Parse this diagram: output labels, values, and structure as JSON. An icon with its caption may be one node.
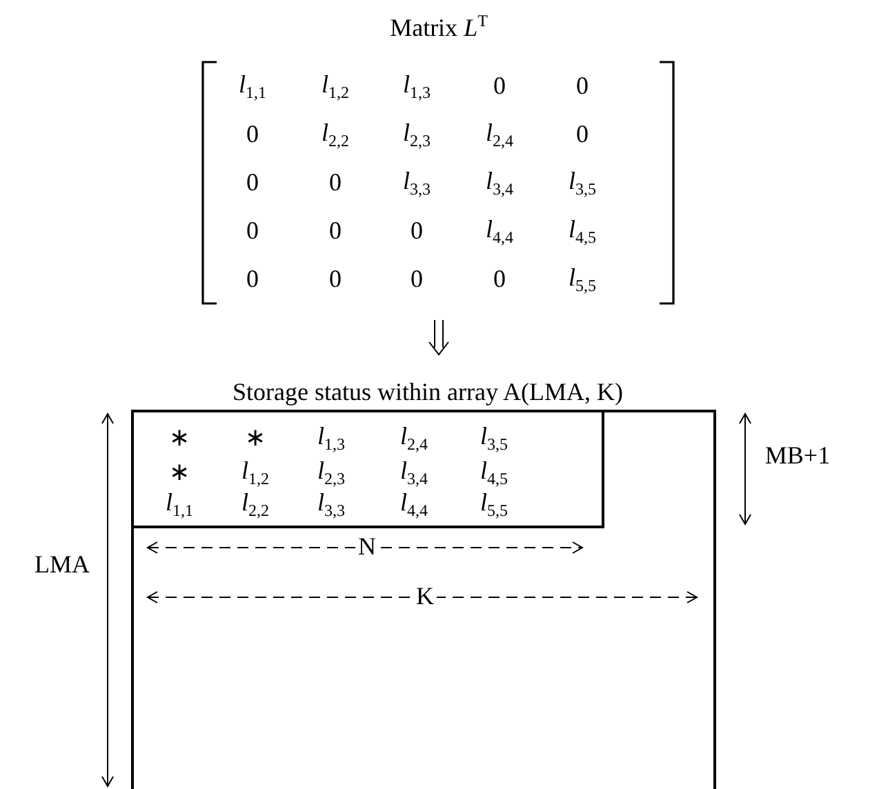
{
  "diagram": {
    "title": "Matrix *L*$^{T}$",
    "labels": [
      "*l*$_{1,1}$",
      "*l*$_{1,2}$",
      "*l*$_{1,3}$",
      "0",
      "0",
      "0",
      "*l*$_{2,2}$",
      "*l*$_{2,3}$",
      "*l*$_{2,4}$",
      "0",
      "0",
      "0",
      "*l*$_{3,3}$",
      "*l*$_{3,4}$",
      "*l*$_{3,5}$",
      "0",
      "0",
      "0",
      "*l*$_{4,4}$",
      "*l*$_{4,5}$",
      "0",
      "0",
      "0",
      "0",
      "*l*$_{5,5}$",
      "Storage status within array A(LMA, K)",
      "∗",
      "∗",
      "*l*$_{1,3}$",
      "*l*$_{2,4}$",
      "*l*$_{3,5}$",
      "∗",
      "*l*$_{1,2}$",
      "*l*$_{2,3}$",
      "*l*$_{3,4}$",
      "*l*$_{4,5}$",
      "*l*$_{1,1}$",
      "*l*$_{2,2}$",
      "*l*$_{3,3}$",
      "*l*$_{4,4}$",
      "*l*$_{5,5}$",
      "N",
      "K",
      "LMA",
      "MB+1"
    ]
  }
}
